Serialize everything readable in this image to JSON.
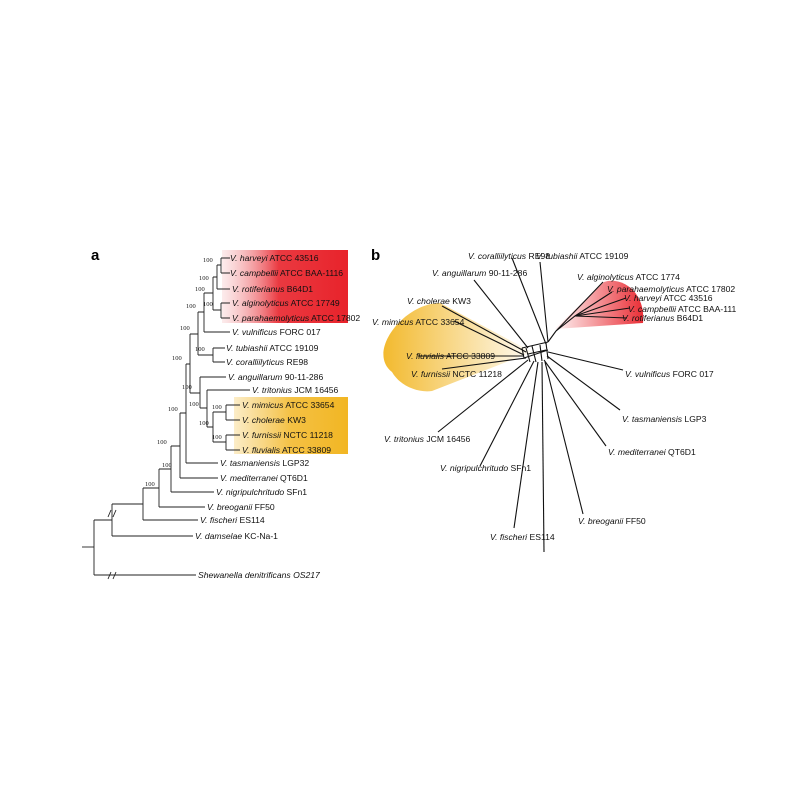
{
  "panels": {
    "a": {
      "letter": "a",
      "bootstrap_label": "100",
      "taxa": [
        {
          "species": "V. harveyi",
          "strain": "ATCC 43516"
        },
        {
          "species": "V. campbellii",
          "strain": "ATCC BAA-1116"
        },
        {
          "species": "V. rotiferianus",
          "strain": "B64D1"
        },
        {
          "species": "V. alginolyticus",
          "strain": "ATCC 17749"
        },
        {
          "species": "V. parahaemolyticus",
          "strain": "ATCC 17802"
        },
        {
          "species": "V. vulnificus",
          "strain": "FORC 017"
        },
        {
          "species": "V. tubiashii",
          "strain": "ATCC 19109"
        },
        {
          "species": "V. coralliilyticus",
          "strain": "RE98"
        },
        {
          "species": "V. anguillarum",
          "strain": "90-11-286"
        },
        {
          "species": "V. tritonius",
          "strain": "JCM 16456"
        },
        {
          "species": "V. mimicus",
          "strain": "ATCC 33654"
        },
        {
          "species": "V. cholerae",
          "strain": "KW3"
        },
        {
          "species": "V. furnissii",
          "strain": "NCTC 11218"
        },
        {
          "species": "V. fluvialis",
          "strain": "ATCC 33809"
        },
        {
          "species": "V. tasmaniensis",
          "strain": "LGP32"
        },
        {
          "species": "V. mediterranei",
          "strain": "QT6D1"
        },
        {
          "species": "V. nigripulchritudo",
          "strain": "SFn1"
        },
        {
          "species": "V. breoganii",
          "strain": "FF50"
        },
        {
          "species": "V. fischeri",
          "strain": "ES114"
        },
        {
          "species": "V. damselae",
          "strain": "KC-Na-1"
        },
        {
          "species": "Shewanella denitrificans",
          "strain": "OS217"
        }
      ],
      "clade_colors": {
        "harveyi_clade": "#e8232b",
        "cholerae_clade": "#f2b623"
      }
    },
    "b": {
      "letter": "b",
      "taxa": [
        {
          "species": "V. coralliilyticus",
          "strain": "RE98"
        },
        {
          "species": "V. tubiashii",
          "strain": "ATCC 19109"
        },
        {
          "species": "V. anguillarum",
          "strain": "90-11-286"
        },
        {
          "species": "V. alginolyticus",
          "strain": "ATCC 1774"
        },
        {
          "species": "V. parahaemolyticus",
          "strain": "ATCC 17802"
        },
        {
          "species": "V. harveyi",
          "strain": "ATCC 43516"
        },
        {
          "species": "V. campbellii",
          "strain": "ATCC BAA-111"
        },
        {
          "species": "V. rotiferianus",
          "strain": "B64D1"
        },
        {
          "species": "V. cholerae",
          "strain": "KW3"
        },
        {
          "species": "V. mimicus",
          "strain": "ATCC 33654"
        },
        {
          "species": "V. fluvialis",
          "strain": "ATCC 33809"
        },
        {
          "species": "V. furnissii",
          "strain": "NCTC 11218"
        },
        {
          "species": "V. vulnificus",
          "strain": "FORC 017"
        },
        {
          "species": "V. tasmaniensis",
          "strain": "LGP3"
        },
        {
          "species": "V. mediterranei",
          "strain": "QT6D1"
        },
        {
          "species": "V. tritonius",
          "strain": "JCM 16456"
        },
        {
          "species": "V. nigripulchritudo",
          "strain": "SFn1"
        },
        {
          "species": "V. fischeri",
          "strain": "ES114"
        },
        {
          "species": "V. breoganii",
          "strain": "FF50"
        }
      ],
      "fan_colors": {
        "red": "#e8232b",
        "orange": "#f2b623"
      }
    }
  }
}
